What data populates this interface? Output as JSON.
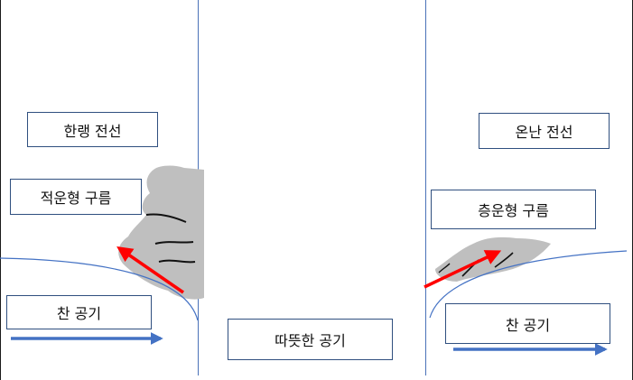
{
  "diagram": {
    "cold_front": {
      "label": "한랭 전선",
      "cloud_label": "적운형 구름",
      "air_label": "찬 공기"
    },
    "warm_air": {
      "label": "따뜻한 공기"
    },
    "warm_front": {
      "label": "온난 전선",
      "cloud_label": "층운형 구름",
      "air_label": "찬 공기"
    },
    "colors": {
      "front_line": "#4472c4",
      "cold_air_arrow": "#4472c4",
      "rising_air_arrow": "#ff0000",
      "cloud": "#bfbfbf",
      "divider": "#4a72b8"
    }
  }
}
